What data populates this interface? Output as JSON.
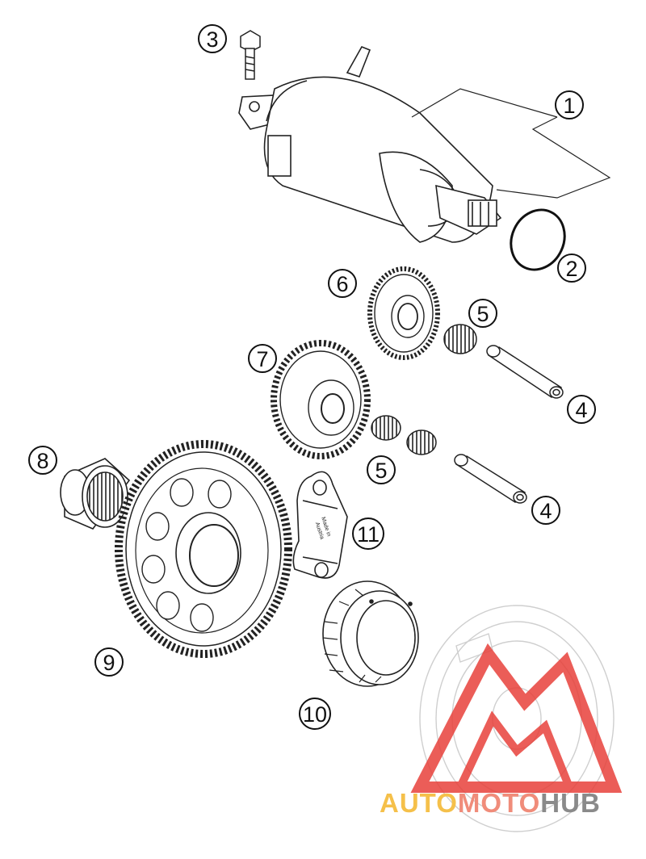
{
  "diagram": {
    "callouts": [
      {
        "id": "1",
        "label": "1"
      },
      {
        "id": "2",
        "label": "2"
      },
      {
        "id": "3",
        "label": "3"
      },
      {
        "id": "4a",
        "label": "4"
      },
      {
        "id": "4b",
        "label": "4"
      },
      {
        "id": "5a",
        "label": "5"
      },
      {
        "id": "5b",
        "label": "5"
      },
      {
        "id": "6",
        "label": "6"
      },
      {
        "id": "7",
        "label": "7"
      },
      {
        "id": "8",
        "label": "8"
      },
      {
        "id": "9",
        "label": "9"
      },
      {
        "id": "10",
        "label": "10"
      },
      {
        "id": "11",
        "label": "11"
      }
    ],
    "part_markings": {
      "line1": "Made in",
      "line2": "Austria"
    }
  },
  "watermark": {
    "part1": "AUTO",
    "part2": "MOTO",
    "part3": "HUB",
    "colors": {
      "part1": "#f5c04a",
      "part2": "#f08c7a",
      "part3": "#8a8a8a",
      "logo": "#e8413b"
    }
  }
}
